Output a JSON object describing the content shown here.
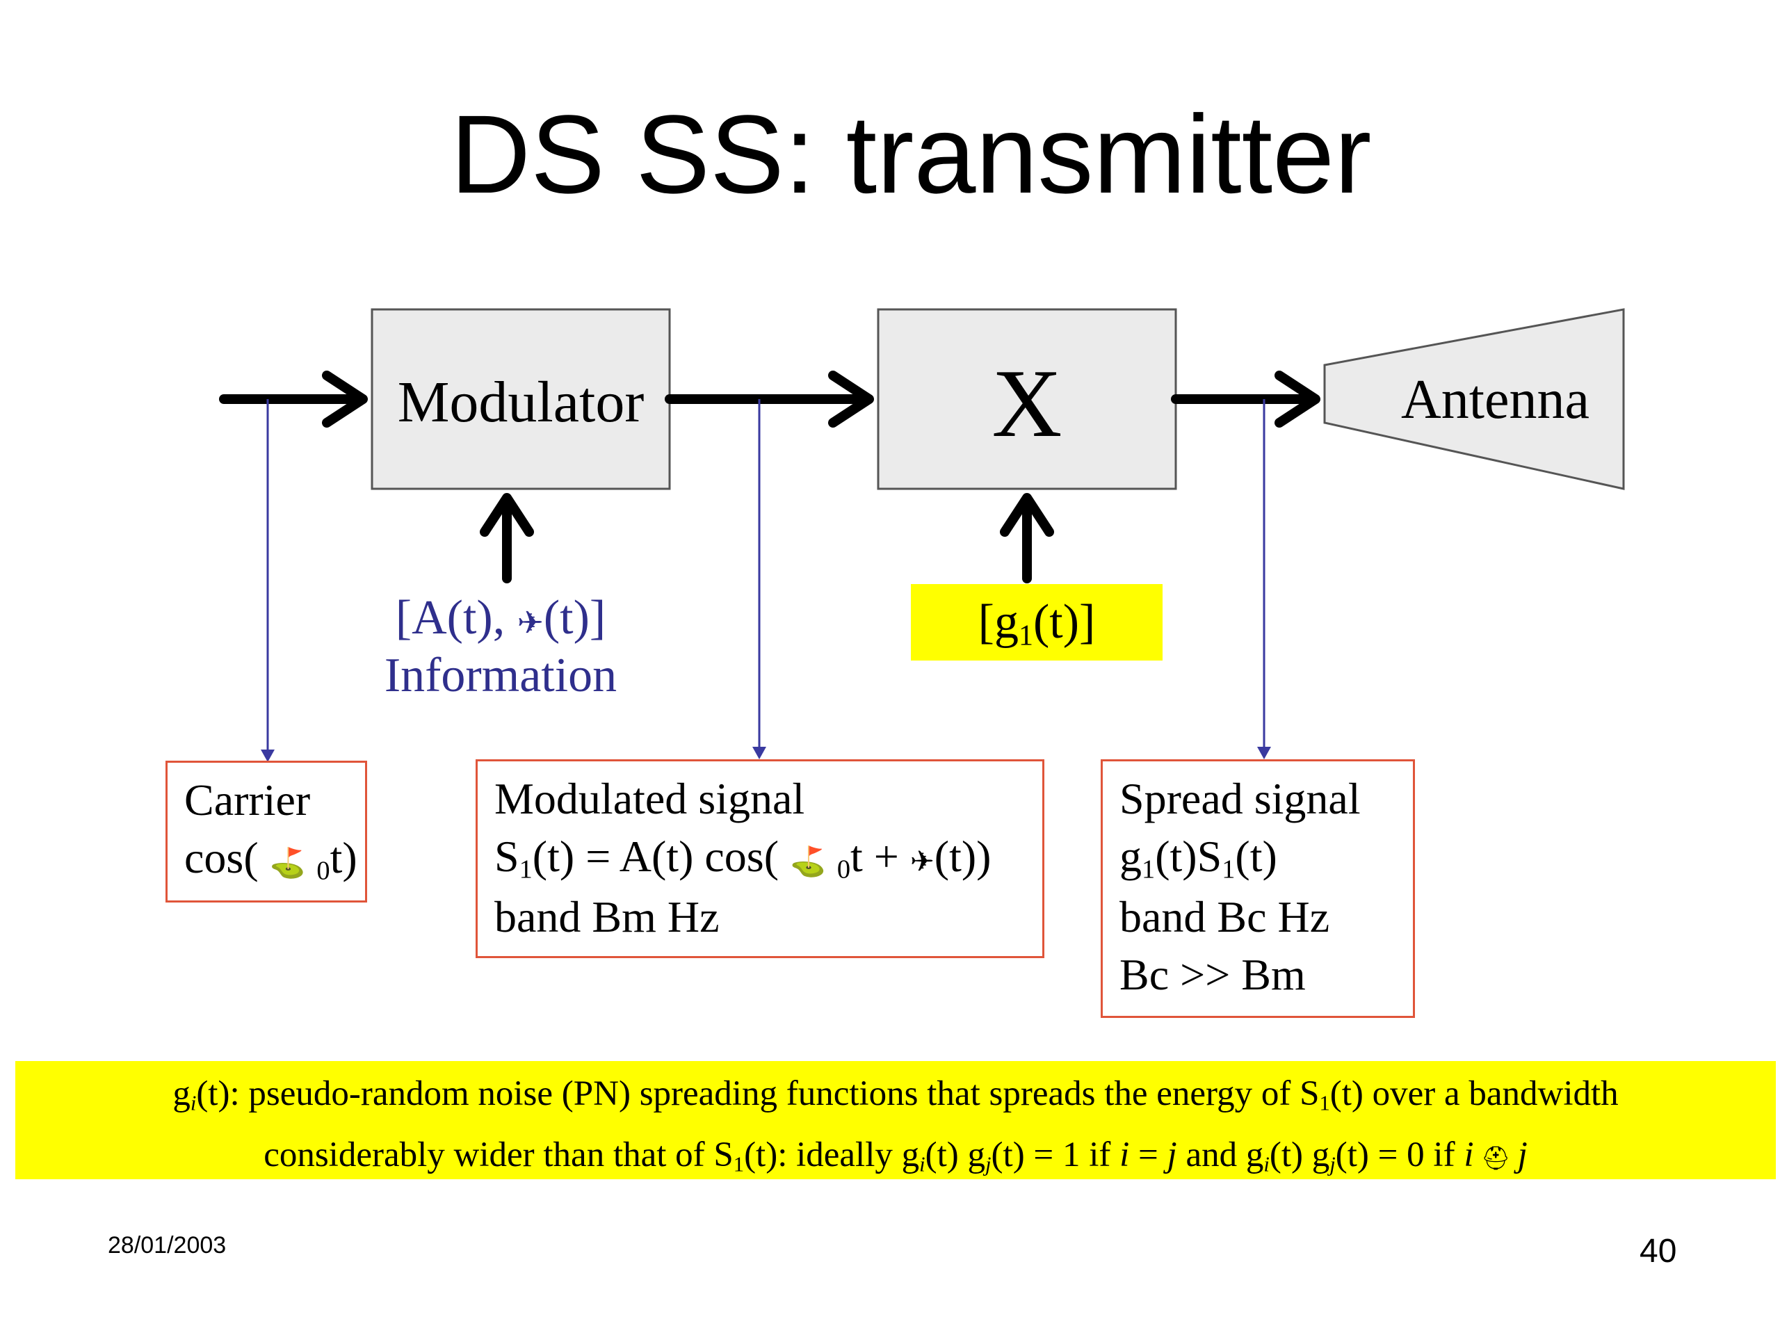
{
  "title": "DS SS: transmitter",
  "blocks": {
    "modulator": "Modulator",
    "multiplier": "X",
    "antenna": "Antenna"
  },
  "information": {
    "line1_open": "[A(t), ",
    "phi_glyph": "✈",
    "line1_close": "(t)]",
    "line2": "Information"
  },
  "code_label": {
    "open": "[g",
    "sub": "1",
    "close": "(t)]"
  },
  "carrier_box": {
    "line1": "Carrier",
    "cos_open": "cos(",
    "omega_glyph": "⛳",
    "sub": "0",
    "close": "t)"
  },
  "modulated_box": {
    "line1": "Modulated signal",
    "s": "S",
    "s_sub": "1",
    "eq1": "(t) = A(t) cos(",
    "omega_glyph": "⛳",
    "omega_sub": "0",
    "eq2": "t + ",
    "phi_glyph": "✈",
    "eq3": "(t))",
    "line3": "band Bm Hz"
  },
  "spread_box": {
    "line1": "Spread signal",
    "g": "g",
    "g_sub": "1",
    "mid": "(t)S",
    "s_sub": "1",
    "end": "(t)",
    "line3": "band Bc Hz",
    "line4": "Bc >> Bm"
  },
  "footnote": {
    "l1_a": "g",
    "l1_i": "i",
    "l1_b": "(t): pseudo-random noise (PN) spreading functions that spreads the energy of S",
    "l1_sub": "1",
    "l1_c": "(t) over a bandwidth",
    "l2_a": "considerably wider than that of S",
    "l2_sub1": "1",
    "l2_b": "(t): ideally g",
    "l2_i1": "i",
    "l2_c": "(t) g",
    "l2_j1": "j",
    "l2_d": "(t) = 1 if ",
    "l2_i2": "i",
    "l2_e": " = ",
    "l2_j2": "j",
    "l2_f": " and g",
    "l2_i3": "i",
    "l2_g": "(t) g",
    "l2_j3": "j",
    "l2_h": "(t) = 0 if ",
    "l2_i4": "i",
    "l2_ne": " ⛑ ",
    "l2_j4": "j"
  },
  "footer": {
    "date": "28/01/2003",
    "page": "40"
  },
  "colors": {
    "block_fill": "#ebebeb",
    "highlight": "#ffff00",
    "box_border": "#e0553a",
    "tap_line": "#3a3aa0",
    "info_text": "#2f2f8c"
  }
}
